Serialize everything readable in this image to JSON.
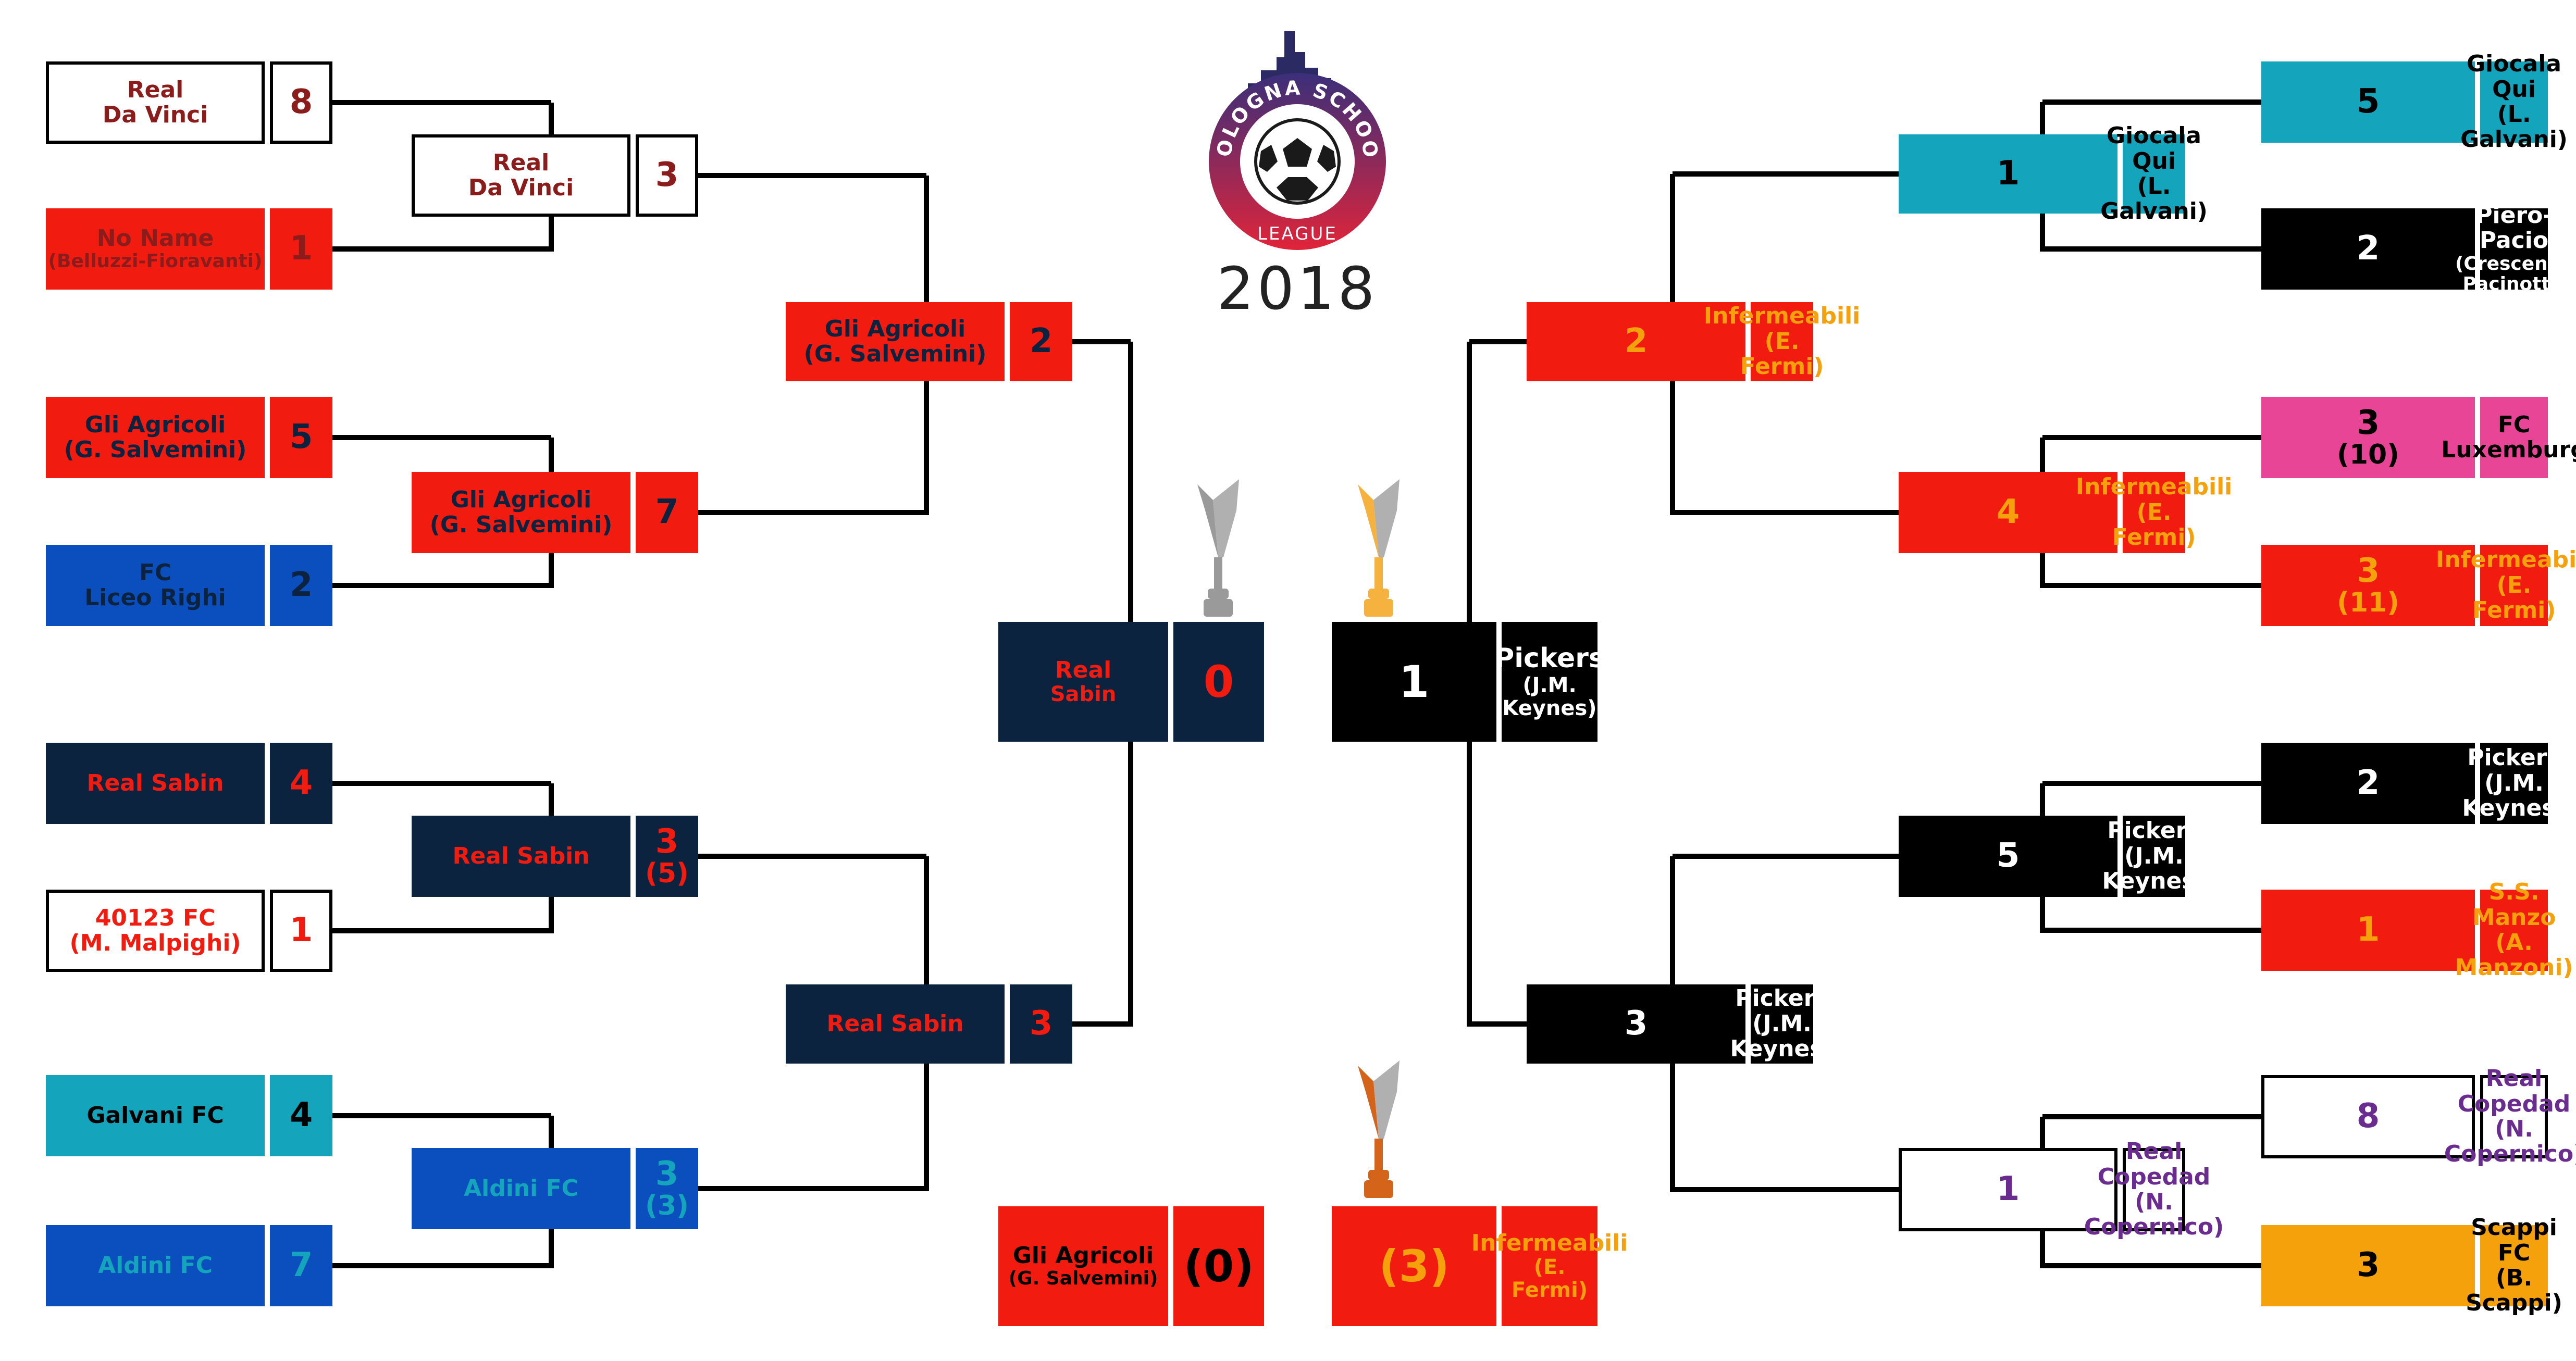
{
  "logo": {
    "arc_text": "BOLOGNA SCHOOL",
    "league": "LEAGUE",
    "year": "2018"
  },
  "colors": {
    "maroon": "#8a1c1c",
    "red": "#f21b10",
    "navy": "#0c2340",
    "blue": "#0a4fbd",
    "teal": "#14a4bc",
    "black": "#000000",
    "pink": "#e94597",
    "orange": "#f5a10c",
    "purple": "#6a2d8f",
    "white": "#ffffff",
    "trophy_gold": "#f6b23e",
    "trophy_silver": "#9a9a9a",
    "trophy_bronze": "#d4641a"
  },
  "teams": {
    "l1": {
      "name1": "Real",
      "name2": "Da Vinci",
      "score": "8"
    },
    "l2": {
      "name1": "No Name",
      "name2": "(Belluzzi-Fioravanti)",
      "score": "1"
    },
    "l3": {
      "name1": "Gli Agricoli",
      "name2": "(G. Salvemini)",
      "score": "5"
    },
    "l4": {
      "name1": "FC",
      "name2": "Liceo Righi",
      "score": "2"
    },
    "l5": {
      "name1": "Real Sabin",
      "name2": "",
      "score": "4"
    },
    "l6": {
      "name1": "40123 FC",
      "name2": "(M. Malpighi)",
      "score": "1"
    },
    "l7": {
      "name1": "Galvani FC",
      "name2": "",
      "score": "4"
    },
    "l8": {
      "name1": "Aldini FC",
      "name2": "",
      "score": "7"
    },
    "q1": {
      "name1": "Real",
      "name2": "Da Vinci",
      "score": "3"
    },
    "q2": {
      "name1": "Gli Agricoli",
      "name2": "(G. Salvemini)",
      "score": "7"
    },
    "q3": {
      "name1": "Real Sabin",
      "name2": "",
      "score": "3",
      "score2": "(5)"
    },
    "q4": {
      "name1": "Aldini FC",
      "name2": "",
      "score": "3",
      "score2": "(3)"
    },
    "s1": {
      "name1": "Gli Agricoli",
      "name2": "(G. Salvemini)",
      "score": "2"
    },
    "s2": {
      "name1": "Real Sabin",
      "name2": "",
      "score": "3"
    },
    "fl": {
      "name1": "Real",
      "name2": "Sabin",
      "score": "0"
    },
    "fr": {
      "name1": "Pickers",
      "name2": "(J.M. Keynes)",
      "score": "1"
    },
    "tl": {
      "name1": "Gli Agricoli",
      "name2": "(G. Salvemini)",
      "score": "(0)"
    },
    "tr": {
      "name1": "Infermeabili",
      "name2": "(E. Fermi)",
      "score": "(3)"
    },
    "r1": {
      "name1": "Giocala Qui",
      "name2": "(L. Galvani)",
      "score": "5"
    },
    "r2": {
      "name1": "Piero-Pacio",
      "name2": "(Crescenzi-Pacinotti)",
      "score": "2"
    },
    "r3": {
      "name1": "FC",
      "name2": "Luxemburg",
      "score": "3",
      "score2": "(10)"
    },
    "r4": {
      "name1": "Infermeabili",
      "name2": "(E. Fermi)",
      "score": "3",
      "score2": "(11)"
    },
    "r5": {
      "name1": "Pickers",
      "name2": "(J.M. Keynes)",
      "score": "2"
    },
    "r6": {
      "name1": "S.S. Manzo",
      "name2": "(A. Manzoni)",
      "score": "1"
    },
    "r7": {
      "name1": "Real Copedad",
      "name2": "(N. Copernico)",
      "score": "8"
    },
    "r8": {
      "name1": "Scappi FC",
      "name2": "(B. Scappi)",
      "score": "3"
    },
    "rq1": {
      "name1": "Giocala Qui",
      "name2": "(L. Galvani)",
      "score": "1"
    },
    "rq2": {
      "name1": "Infermeabili",
      "name2": "(E. Fermi)",
      "score": "4"
    },
    "rq3": {
      "name1": "Pickers",
      "name2": "(J.M. Keynes)",
      "score": "5"
    },
    "rq4": {
      "name1": "Real Copedad",
      "name2": "(N. Copernico)",
      "score": "1"
    },
    "rs1": {
      "name1": "Infermeabili",
      "name2": "(E. Fermi)",
      "score": "2"
    },
    "rs2": {
      "name1": "Pickers",
      "name2": "(J.M. Keynes)",
      "score": "3"
    }
  }
}
